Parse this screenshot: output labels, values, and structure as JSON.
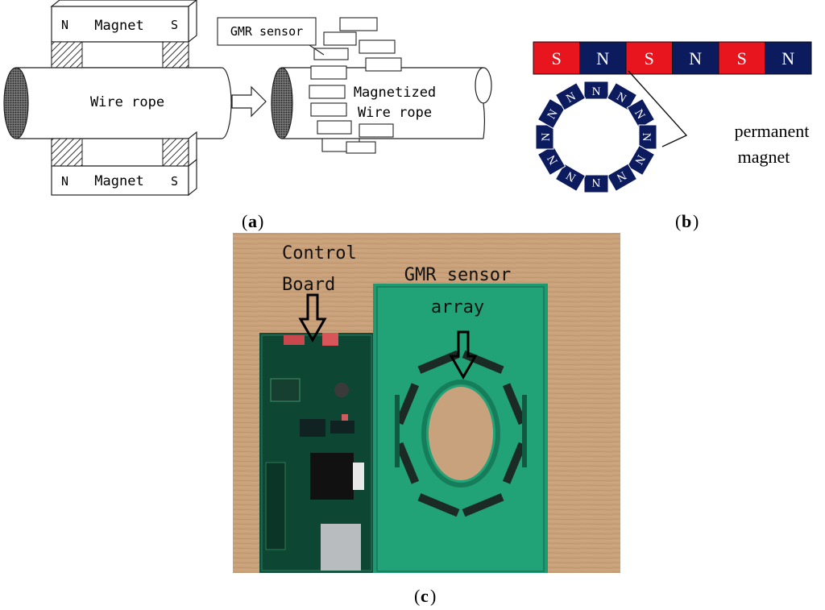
{
  "panel_a": {
    "caption_letter": "a",
    "magnet_top": {
      "pole_left": "N",
      "label": "Magnet",
      "pole_right": "S"
    },
    "magnet_bottom": {
      "pole_left": "N",
      "label": "Magnet",
      "pole_right": "S"
    },
    "wire_rope_label": "Wire rope",
    "gmr_sensor_label": "GMR sensor",
    "magnetized_line1": "Magnetized",
    "magnetized_line2": "Wire rope"
  },
  "panel_b": {
    "caption_letter": "b",
    "bar_poles": [
      "S",
      "N",
      "S",
      "N",
      "S",
      "N"
    ],
    "ring_pole": "N",
    "permanent_line1": "permanent",
    "permanent_line2": "magnet",
    "colors": {
      "south": "#e8141e",
      "north": "#0c1a5e"
    }
  },
  "panel_c": {
    "caption_letter": "c",
    "control_line1": "Control",
    "control_line2": "Board",
    "gmr_line1": "GMR sensor",
    "gmr_line2": "array"
  }
}
